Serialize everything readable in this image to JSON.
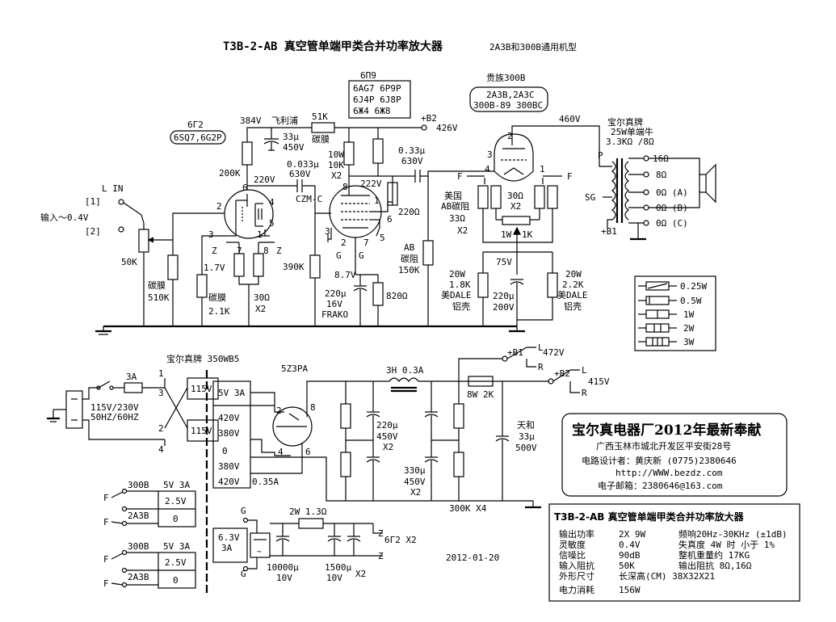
{
  "title": "T3B-2-AB 真空管单端甲类合并功率放大器",
  "subtitle": "2A3B和300B通用机型",
  "input": {
    "lin": "L  IN",
    "j1": "[1]",
    "j2": "[2]",
    "label": "输入～0.4V",
    "pot": "50K",
    "r1": "碳膜",
    "r1v": "510K"
  },
  "v1": {
    "name": "6Γ2",
    "alt": "6SQ7,6G2P",
    "v384": "384V",
    "r200k": "200K",
    "c_label": "33μ",
    "c_v": "450V",
    "brand": "飞利浦",
    "v220": "220V",
    "p6": "6",
    "p2": "2",
    "p3": "3",
    "p4": "4",
    "p5": "5",
    "p7": "7",
    "p8": "8",
    "p1": "1",
    "z": "Z",
    "r17": "1.7V",
    "rk": "碳膜",
    "rkv": "2.1K",
    "r30": "30Ω",
    "x2": "X2"
  },
  "cc": {
    "v": "0.033μ",
    "vv": "630V",
    "czm": "CZM-C"
  },
  "v2": {
    "name": "6Π9",
    "alt1": "6AG7 6P9P",
    "alt2": "6J4P 6J8P",
    "alt3": "6Ж4 6Ж8",
    "r51k": "51K",
    "r51t": "碳膜",
    "b2": "+B2",
    "v426": "426V",
    "r10w": "10W",
    "r10k": "10K",
    "rx2": "X2",
    "v222": "222V",
    "p8": "8",
    "p1": "1",
    "p6": "6",
    "p5": "5",
    "p2": "2",
    "p7": "7",
    "g1": "G",
    "g2": "G",
    "p3": "3",
    "v87": "8.7V",
    "c220": "220μ",
    "c16": "16V",
    "frako": "FRAKO",
    "r820": "820Ω",
    "r390": "390K",
    "r220": "220Ω"
  },
  "c2": {
    "v": "0.33μ",
    "vv": "630V"
  },
  "v3": {
    "name": "贵族300B",
    "alt1": "2A3B,2A3C",
    "alt2": "300B-89 300BC",
    "v460": "460V",
    "p2": "2",
    "p3": "3",
    "p4": "4",
    "p1": "1",
    "f1": "F",
    "f2": "F",
    "r30": "30Ω",
    "x2": "X2",
    "pot": "1W",
    "pot1k": "1K",
    "v75": "75V",
    "ab": "AB",
    "abt": "碳阻",
    "ab150": "150K",
    "usa": "美国",
    "abc": "AB碳阻",
    "r33": "33Ω",
    "r33x": "X2",
    "l20w": "20W",
    "l18k": "1.8K",
    "ldale": "美DALE",
    "lal": "铝壳",
    "c220": "220μ",
    "c200": "200V",
    "r20w": "20W",
    "r22k": "2.2K",
    "rdale": "美DALE",
    "ral": "铝壳"
  },
  "ot": {
    "name": "宝尔真牌",
    "spec": "25W单端牛",
    "imp": "3.3KΩ /8Ω",
    "p": "P",
    "sg": "SG",
    "b1": "+B1",
    "t16": "16Ω",
    "t8": "8Ω",
    "ta": "0Ω (A)",
    "tb": "0Ω (B)",
    "tc": "0Ω (C)"
  },
  "legend": {
    "l025": "0.25W",
    "l05": "0.5W",
    "l1": "1W",
    "l2": "2W",
    "l3": "3W"
  },
  "psu": {
    "tname": "宝尔真牌 350WB5",
    "fuse": "3A",
    "mains": "115V/230V",
    "freq": "50HZ/60HZ",
    "w1": "1",
    "w2": "2",
    "w3": "3",
    "w4": "4",
    "s115a": "115V",
    "s115b": "115V",
    "rect": "5Z3PA",
    "s5v": "5V 3A",
    "s420": "420V",
    "s380": "380V",
    "s0": "0",
    "s380b": "380V",
    "s420b": "420V",
    "s035": "0.35A",
    "rp2": "2",
    "rp8": "8",
    "rp4": "4",
    "rp6": "6",
    "choke": "3H 0.3A",
    "c220": "220μ",
    "c450": "450V",
    "cx2": "X2",
    "c330": "330μ",
    "c450b": "450V",
    "cx2b": "X2",
    "r8w": "8W",
    "r2k": "2K",
    "b1": "+B1",
    "v472": "472V",
    "l1": "L",
    "r1": "R",
    "b2": "+B2",
    "v415": "415V",
    "l2": "L",
    "r2": "R",
    "cap": "天和",
    "cap33": "33μ",
    "cap500": "500V",
    "r300k": "300K X4"
  },
  "heater": {
    "a300b": "300B",
    "a5v": "5V 3A",
    "a25": "2.5V",
    "a2a3": "2A3B",
    "a0": "0",
    "f1": "F",
    "f2": "F",
    "b300b": "300B",
    "b5v": "5V 3A",
    "b25": "2.5V",
    "b2a3": "2A3B",
    "b0": "0",
    "f3": "F",
    "f4": "F",
    "h63": "6.3V",
    "h3a": "3A",
    "g1": "G",
    "g2": "G",
    "r13": "2W 1.3Ω",
    "c10000": "10000μ",
    "c10v": "10V",
    "c1500": "1500μ",
    "c10vb": "10V",
    "cx2": "X2",
    "z1": "Z",
    "z2": "Z",
    "t6g2": "6Γ2 X2",
    "date": "2012-01-20"
  },
  "promo": {
    "head": "宝尔真电器厂2012年最新奉献",
    "addr": "广西玉林市城北开发区平安街28号",
    "designer": "电路设计者：黄庆新  (0775)2380646",
    "web": "http://WWW.bezdz.com",
    "mail": "电子邮箱：2380646@163.com"
  },
  "spec": {
    "head": "T3B-2-AB 真空管单端甲类合并功率放大器",
    "rows": [
      [
        "输出功率",
        "2X 9W",
        "频响20Hz-30KHz (±1dB)"
      ],
      [
        "灵敏度",
        "0.4V",
        "失真度   4W 时   小于 1%"
      ],
      [
        "信噪比",
        "90dB",
        "整机重量约        17KG"
      ],
      [
        "输入阻抗",
        "50K",
        "输出阻抗          8Ω,16Ω"
      ],
      [
        "外形尺寸",
        "长深高(CM) 38X32X21",
        ""
      ],
      [
        "电力消耗",
        "156W",
        ""
      ]
    ]
  }
}
